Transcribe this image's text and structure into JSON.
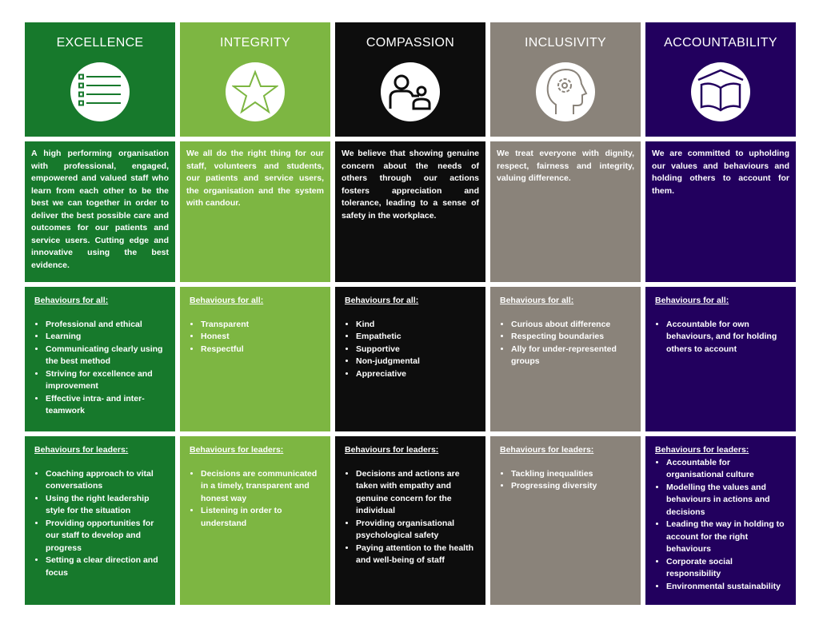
{
  "colors": {
    "excellence": "#17792c",
    "integrity": "#7db642",
    "compassion": "#0d0d0d",
    "inclusivity": "#8a837a",
    "accountability": "#22005e"
  },
  "values": [
    {
      "title": "EXCELLENCE",
      "icon": "checklist-icon",
      "description": "A high performing organisation with professional, engaged, empowered and valued staff who learn from each other to be the best we can together in order to deliver the best possible care and outcomes for our patients and service users. Cutting edge and innovative using the best evidence.",
      "all_label": "Behaviours for all:",
      "all": [
        "Professional and ethical",
        "Learning",
        "Communicating clearly using the best method",
        "Striving for excellence and improvement",
        "Effective intra- and inter-teamwork"
      ],
      "leaders_label": "Behaviours for leaders:",
      "leaders": [
        "Coaching approach to vital conversations",
        "Using the right leadership style for the situation",
        "Providing opportunities for our staff to develop and progress",
        "Setting a clear direction and focus"
      ]
    },
    {
      "title": "INTEGRITY",
      "icon": "star-icon",
      "description": "We all do the right thing for our staff, volunteers and students, our patients and service users, the organisation and the system with candour.",
      "all_label": "Behaviours for all:",
      "all": [
        "Transparent",
        "Honest",
        "Respectful"
      ],
      "leaders_label": "Behaviours for leaders:",
      "leaders": [
        "Decisions are communicated in a timely, transparent and honest way",
        "Listening in order to understand"
      ]
    },
    {
      "title": "COMPASSION",
      "icon": "caring-person-icon",
      "description": "We believe that showing genuine concern about the needs of others through our actions fosters appreciation and tolerance, leading to a sense of safety in the workplace.",
      "all_label": "Behaviours for all:",
      "all": [
        "Kind",
        "Empathetic",
        "Supportive",
        "Non-judgmental",
        "Appreciative"
      ],
      "leaders_label": "Behaviours for leaders:",
      "leaders": [
        "Decisions and actions are taken with empathy and genuine concern for the individual",
        "Providing organisational psychological safety",
        "Paying attention to the health and well-being of staff"
      ]
    },
    {
      "title": "INCLUSIVITY",
      "icon": "head-gear-icon",
      "description": "We treat everyone with dignity, respect, fairness and integrity, valuing difference.",
      "all_label": "Behaviours for all:",
      "all": [
        "Curious about difference",
        "Respecting boundaries",
        "Ally for under-represented groups"
      ],
      "leaders_label": "Behaviours for leaders:",
      "leaders": [
        "Tackling inequalities",
        "Progressing diversity"
      ]
    },
    {
      "title": "ACCOUNTABILITY",
      "icon": "book-house-icon",
      "description": "We are committed to upholding our values and behaviours and holding others to account for them.",
      "all_label": "Behaviours for all:",
      "all": [
        "Accountable for own behaviours, and for holding others to account"
      ],
      "leaders_label": "Behaviours for leaders:",
      "leaders": [
        "Accountable for organisational culture",
        "Modelling the values and behaviours in actions and decisions",
        "Leading the way in holding to account for the right behaviours",
        "Corporate social responsibility",
        "Environmental sustainability"
      ]
    }
  ]
}
